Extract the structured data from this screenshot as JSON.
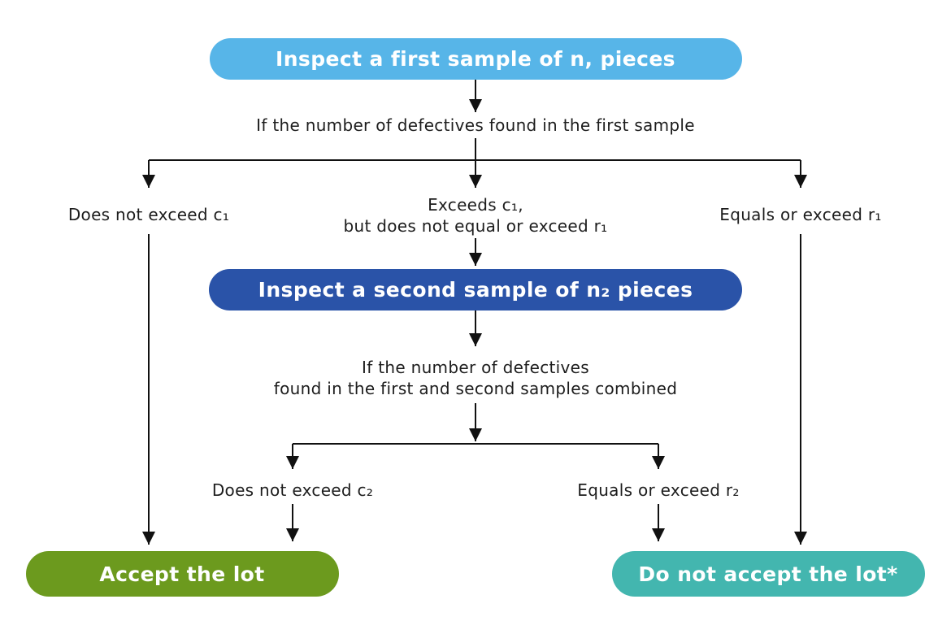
{
  "colors": {
    "pill_first_sample": "#57B5E8",
    "pill_second_sample": "#2A53A8",
    "pill_accept": "#6C9A1E",
    "pill_reject": "#43B6AF",
    "line": "#111111",
    "text": "#1d1d1d"
  },
  "flowchart": {
    "node_first_sample": "Inspect a first sample of n, pieces",
    "question1": "If the number of defectives found in the first sample",
    "branch1_left": "Does not exceed c₁",
    "branch1_mid_line1": "Exceeds c₁,",
    "branch1_mid_line2": "but does not equal or exceed r₁",
    "branch1_right": "Equals or exceed r₁",
    "node_second_sample": "Inspect a second sample of n₂ pieces",
    "question2_line1": "If the number of defectives",
    "question2_line2": "found in the first and second samples combined",
    "branch2_left": "Does not exceed c₂",
    "branch2_right": "Equals or exceed r₂",
    "node_accept": "Accept the lot",
    "node_reject": "Do not accept the lot*"
  }
}
